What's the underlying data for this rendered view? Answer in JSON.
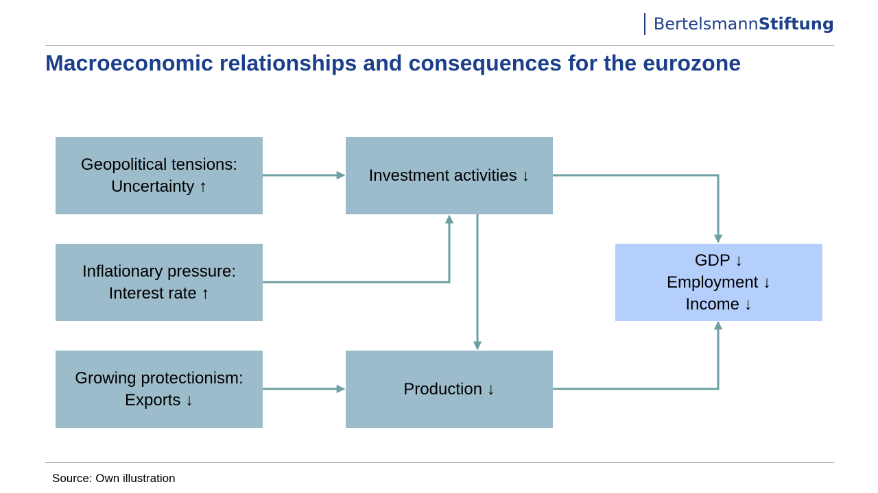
{
  "logo": {
    "part1": "Bertelsmann",
    "part2": "Stiftung"
  },
  "title": "Macroeconomic relationships and consequences for the eurozone",
  "boxes": {
    "geopolitical": {
      "line1": "Geopolitical tensions:",
      "line2": "Uncertainty ↑"
    },
    "inflation": {
      "line1": "Inflationary pressure:",
      "line2": "Interest rate ↑"
    },
    "protectionism": {
      "line1": "Growing protectionism:",
      "line2": "Exports ↓"
    },
    "investment": {
      "line1": "Investment activities ↓"
    },
    "production": {
      "line1": "Production ↓"
    },
    "result": {
      "line1": "GDP ↓",
      "line2": "Employment ↓",
      "line3": "Income ↓"
    }
  },
  "colors": {
    "box": "#9dbccb",
    "result_box": "#b5cffc",
    "arrow": "#6e9fa3",
    "title": "#1b3f8b"
  },
  "source": "Source: Own illustration"
}
